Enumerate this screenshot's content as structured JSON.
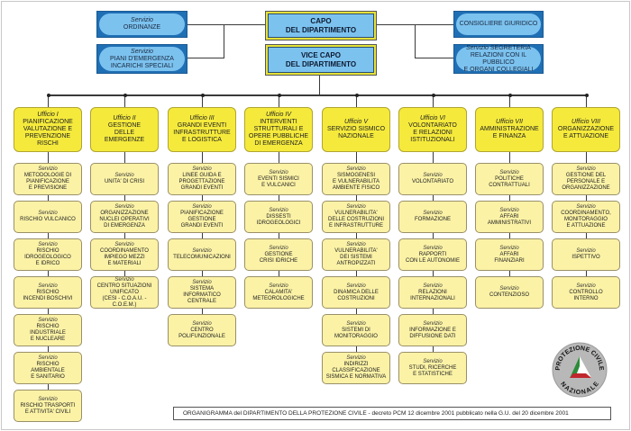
{
  "title": "Organigramma del Dipartimento della Protezione Civile",
  "top": {
    "capo": "CAPO\nDEL DIPARTIMENTO",
    "vice_capo": "VICE CAPO\nDEL  DIPARTIMENTO",
    "left_services": [
      {
        "kind": "Servizio",
        "name": "ORDINANZE"
      },
      {
        "kind": "Servizio",
        "name": "PIANI D'EMERGENZA\nINCARICHI SPECIALI"
      }
    ],
    "right_services": [
      {
        "kind": "",
        "name": "CONSIGLIERE GIURIDICO"
      },
      {
        "kind": "Servizio",
        "name": "SEGRETERIA\nRELAZIONI CON IL PUBBLICO\nE ORGANI COLLEGIALI"
      }
    ]
  },
  "uffici": [
    {
      "label": "Ufficio I",
      "name": "PIANIFICAZIONE\nVALUTAZIONE E\nPREVENZIONE\nRISCHI",
      "servizi": [
        {
          "kind": "Servizio",
          "name": "METODOLOGIE DI\nPIANIFICAZIONE\nE PREVISIONE"
        },
        {
          "kind": "Servizio",
          "name": "RISCHIO VULCANICO"
        },
        {
          "kind": "Servizio",
          "name": "RISCHIO\nIDROGEOLOGICO\nE IDRICO"
        },
        {
          "kind": "Servizio",
          "name": "RISCHIO\nINCENDI BOSCHIVI"
        },
        {
          "kind": "Servizio",
          "name": "RISCHIO\nINDUSTRIALE\nE NUCLEARE"
        },
        {
          "kind": "Servizio",
          "name": "RISCHIO\nAMBIENTALE\nE SANITARIO"
        },
        {
          "kind": "Servizio",
          "name": "RISCHIO TRASPORTI\nE ATTIVITA' CIVILI"
        }
      ]
    },
    {
      "label": "Ufficio II",
      "name": "GESTIONE\nDELLE\nEMERGENZE",
      "servizi": [
        {
          "kind": "Servizio",
          "name": "UNITA' DI CRISI"
        },
        {
          "kind": "Servizio",
          "name": "ORGANIZZAZIONE\nNUCLEI OPERATIVI\nDI EMERGENZA"
        },
        {
          "kind": "Servizio",
          "name": "COORDINAMENTO\nIMPIEGO MEZZI\nE MATERIALI"
        },
        {
          "kind": "Servizio",
          "name": "CENTRO SITUAZIONI\nUNIFICATO\n(CESI - C.O.A.U. - C.O.E.M.)"
        }
      ]
    },
    {
      "label": "Ufficio III",
      "name": "GRANDI EVENTI\nINFRASTRUTTURE\nE LOGISTICA",
      "servizi": [
        {
          "kind": "Servizio",
          "name": "LINEE GUIDA E\nPROGETTAZIONE\nGRANDI EVENTI"
        },
        {
          "kind": "Servizio",
          "name": "PIANIFICAZIONE\nGESTIONE\nGRANDI EVENTI"
        },
        {
          "kind": "Servizio",
          "name": "TELECOMUNICAZIONI"
        },
        {
          "kind": "Servizio",
          "name": "SISTEMA\nINFORMATICO\nCENTRALE"
        },
        {
          "kind": "Servizio",
          "name": "CENTRO\nPOLIFUNZIONALE"
        }
      ]
    },
    {
      "label": "Ufficio IV",
      "name": "INTERVENTI\nSTRUTTURALI E\nOPERE PUBBLICHE\nDI EMERGENZA",
      "servizi": [
        {
          "kind": "Servizio",
          "name": "EVENTI SISMICI\nE VULCANICI"
        },
        {
          "kind": "Servizio",
          "name": "DISSESTI\nIDROGEOLOGICI"
        },
        {
          "kind": "Servizio",
          "name": "GESTIONE\nCRISI IDRICHE"
        },
        {
          "kind": "Servizio",
          "name": "CALAMITA'\nMETEOROLOGICHE"
        }
      ]
    },
    {
      "label": "Ufficio V",
      "name": "SERVIZIO  SISMICO\nNAZIONALE",
      "servizi": [
        {
          "kind": "Servizio",
          "name": "SISMOGENESI\nE VULNERABILITA\nAMBIENTE FISICO"
        },
        {
          "kind": "Servizio",
          "name": "VULNERABILITA'\nDELLE COSTRUZIONI\nE INFRASTRUTTURE"
        },
        {
          "kind": "Servizio",
          "name": "VULNERABILITA'\nDEI SISTEMI\nANTROPIZZATI"
        },
        {
          "kind": "Servizio",
          "name": "DINAMICA DELLE\nCOSTRUZIONI"
        },
        {
          "kind": "Servizio",
          "name": "SISTEMI  DI\nMONITORAGGIO"
        },
        {
          "kind": "Servizio",
          "name": "INDIRIZZI\nCLASSIFICAZIONE\nSISMICA E NORMATIVA"
        }
      ]
    },
    {
      "label": "Ufficio VI",
      "name": "VOLONTARIATO\nE RELAZIONI\nISTITUZIONALI",
      "servizi": [
        {
          "kind": "Servizio",
          "name": "VOLONTARIATO"
        },
        {
          "kind": "Servizio",
          "name": "FORMAZIONE"
        },
        {
          "kind": "Servizio",
          "name": "RAPPORTI\nCON LE AUTONOMIE"
        },
        {
          "kind": "Servizio",
          "name": "RELAZIONI\nINTERNAZIONALI"
        },
        {
          "kind": "Servizio",
          "name": "INFORMAZIONE E\nDIFFUSIONE DATI"
        },
        {
          "kind": "Servizio",
          "name": "STUDI, RICERCHE\nE STATISTICHE"
        }
      ]
    },
    {
      "label": "Ufficio VII",
      "name": "AMMINISTRAZIONE\nE FINANZA",
      "servizi": [
        {
          "kind": "Servizio",
          "name": "POLITICHE\nCONTRATTUALI"
        },
        {
          "kind": "Servizio",
          "name": "AFFARI\nAMMINISTRATIVI"
        },
        {
          "kind": "Servizio",
          "name": "AFFARI\nFINANZIARI"
        },
        {
          "kind": "Servizio",
          "name": "CONTENZIOSO"
        }
      ]
    },
    {
      "label": "Ufficio VIII",
      "name": "ORGANIZZAZIONE\nE ATTUAZIONE",
      "servizi": [
        {
          "kind": "Servizio",
          "name": "GESTIONE DEL\nPERSONALE E\nORGANIZZAZIONE"
        },
        {
          "kind": "Servizio",
          "name": "COORDINAMENTO,\nMONITORAGGIO\nE ATTUAZIONE"
        },
        {
          "kind": "Servizio",
          "name": "ISPETTIVO"
        },
        {
          "kind": "Servizio",
          "name": "CONTROLLO\nINTERNO"
        }
      ]
    }
  ],
  "footer": "ORGANIGRAMMA del  DIPARTIMENTO DELLA  PROTEZIONE CIVILE - decreto PCM 12 dicembre 2001 pubblicato nella G.U. del 20 dicembre 2001",
  "logo": {
    "icon": "protezione-civile-logo",
    "top_text": "PROTEZIONE CIVILE",
    "bottom_text": "NAZIONALE",
    "colors": {
      "green": "#2e8b3a",
      "red": "#c0272d",
      "white": "#ffffff",
      "ring": "#b8b8b8"
    }
  },
  "colors": {
    "head_fill": "#7cc2ef",
    "head_border": "#e6e23a",
    "staff_border": "#1f6fb5",
    "ufficio_fill": "#f5ea3c",
    "servizio_fill": "#fbf2a6"
  }
}
